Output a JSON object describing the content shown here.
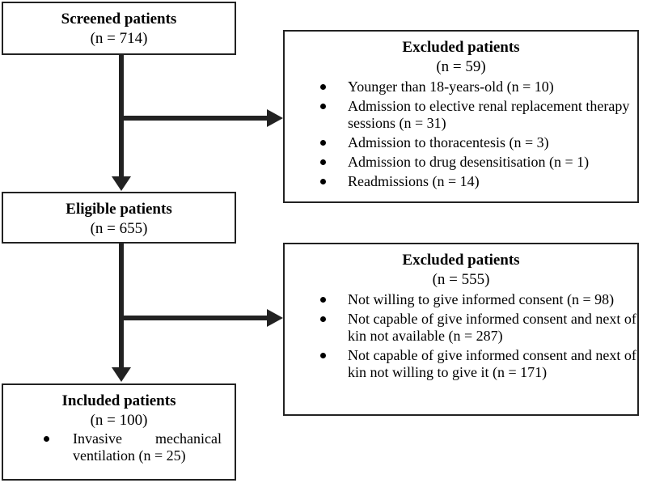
{
  "flow": {
    "screened": {
      "title": "Screened patients",
      "count": "(n = 714)"
    },
    "excluded_1": {
      "title": "Excluded patients",
      "count": "(n = 59)",
      "items": [
        "Younger than 18-years-old (n = 10)",
        "Admission to elective renal replacement therapy sessions (n = 31)",
        "Admission to thoracentesis (n = 3)",
        "Admission to drug desensitisation (n = 1)",
        "Readmissions (n = 14)"
      ]
    },
    "eligible": {
      "title": "Eligible patients",
      "count": "(n = 655)"
    },
    "excluded_2": {
      "title": "Excluded patients",
      "count": "(n = 555)",
      "items": [
        "Not willing to give informed consent (n = 98)",
        "Not capable of give informed consent and next of kin not available (n = 287)",
        "Not capable of give informed consent and next of kin not willing to give it (n = 171)"
      ]
    },
    "included": {
      "title": "Included patients",
      "count": "(n = 100)",
      "items": [
        "Invasive mechanical ventilation (n = 25)"
      ]
    }
  }
}
